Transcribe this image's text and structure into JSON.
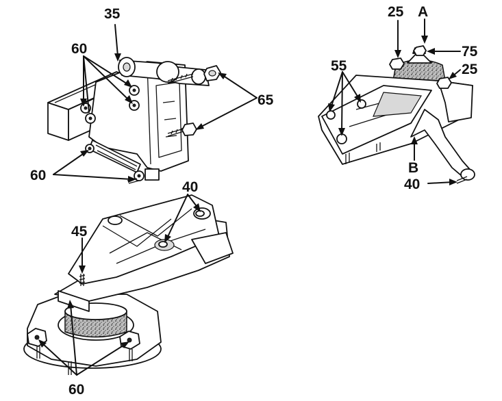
{
  "labels": {
    "top_left_35": "35",
    "top_left_60_upper": "60",
    "top_left_65": "65",
    "top_left_60_lower": "60",
    "right_25_top": "25",
    "right_A": "A",
    "right_75": "75",
    "right_25_side": "25",
    "right_55": "55",
    "right_B": "B",
    "right_40": "40",
    "bottom_40": "40",
    "bottom_45": "45",
    "bottom_60": "60"
  }
}
